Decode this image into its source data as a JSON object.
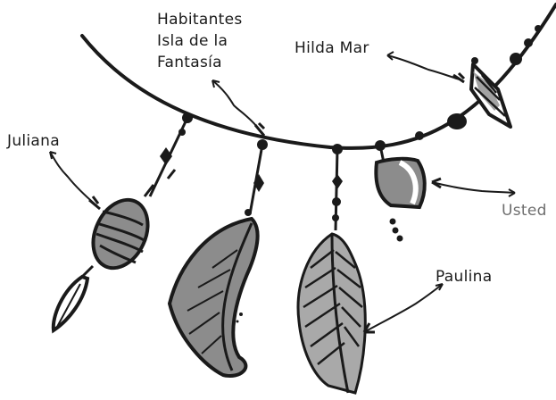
{
  "labels": {
    "habitantes_line1": "Habitantes",
    "habitantes_line2": "Isla de la",
    "habitantes_line3": "Fantasía",
    "hilda": "Hilda Mar",
    "juliana": "Juliana",
    "usted": "Usted",
    "paulina": "Paulina"
  },
  "colors": {
    "ink": "#1a1a1a",
    "shade": "#8c8c8c",
    "light_shade": "#a9a9a9",
    "usted_label": "#6e6e6e"
  }
}
